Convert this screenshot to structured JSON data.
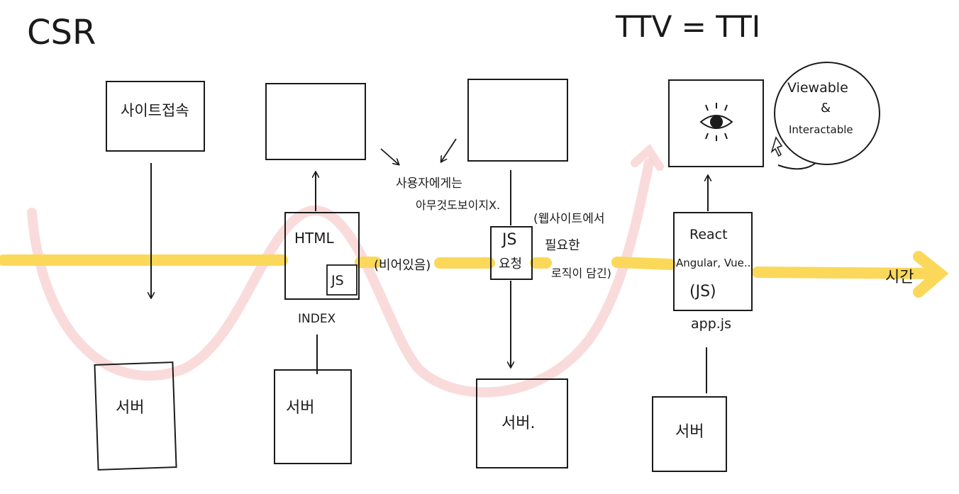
{
  "title": "CSR",
  "headline": "TTV = TTI",
  "axis_label": "시간",
  "steps": {
    "visit": {
      "label": "사이트접속",
      "server": "서버"
    },
    "html": {
      "file_label": "HTML",
      "js_tag": "JS",
      "caption": "INDEX",
      "server": "서버",
      "note": "(비어있음)",
      "user_sees": [
        "사용자에게는",
        "아무것도보이지X."
      ]
    },
    "js_request": {
      "label": [
        "JS",
        "요청"
      ],
      "server": "서버.",
      "note": [
        "(웹사이트에서",
        "필요한",
        "로직이 담긴)"
      ]
    },
    "framework": {
      "label": [
        "React",
        "Angular, Vue..",
        "(JS)"
      ],
      "caption": "app.js",
      "server": "서버",
      "bubble": [
        "Viewable",
        "&",
        "Interactable"
      ],
      "eye_icon": "eye"
    }
  },
  "colors": {
    "timeline": "#fbd85a",
    "wave": "#f7cfcf",
    "ink": "#1a1a1a"
  }
}
